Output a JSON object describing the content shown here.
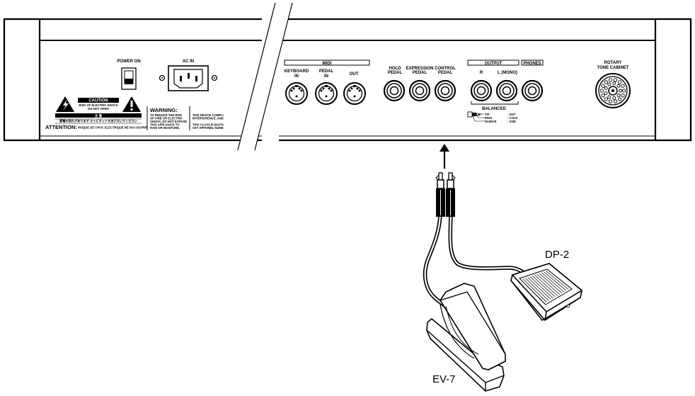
{
  "rear_panel": {
    "power_on": "POWER ON",
    "ac_in": "AC IN",
    "caution_title": "CAUTION",
    "caution_line1": "RISK OF ELECTRIC SHOCK",
    "caution_line2": "DO NOT OPEN",
    "caution_jp_title": "注 意",
    "caution_jp": "感電の恐れがあります キャビネットをあけないでください",
    "attention": "ATTENTION:",
    "attention_text": "RISQUE DE CHOC ELECTRIQUE NE PAS OUVRIR",
    "warning_title": "WARNING:",
    "warning_lines": [
      "TO REDUCE THE RISK",
      "OF FIRE OR ELECTRIC",
      "SHOCK, DO NOT EXPOSE",
      "THIS APPLIANCE TO",
      "RAIN OR MOISTURE."
    ],
    "fcc_lines_a": [
      "THIS DEVICE COMPLI",
      "INTERFERENCE, AND"
    ],
    "fcc_lines_b": [
      "THIS CLASS B DIGITA",
      "CET APPAREIL NUME"
    ],
    "midi": "MIDI",
    "keyboard_in": [
      "KEYBOARD",
      "IN"
    ],
    "pedal_in": [
      "PEDAL",
      "IN"
    ],
    "midi_out": "OUT",
    "hold_pedal": [
      "HOLD",
      "PEDAL"
    ],
    "expression_pedal": [
      "EXPRESSION",
      "PEDAL"
    ],
    "control_pedal": [
      "CONTROL",
      "PEDAL"
    ],
    "output": "OUTPUT",
    "output_r": "R",
    "output_l": "L (MONO)",
    "phones": "PHONES",
    "balanced": "BALANCED",
    "tip": "TIP",
    "ring": "RING",
    "sleeve": "SLEEVE",
    "hot": ": HOT",
    "cold": ": COLD",
    "gnd": ": GND",
    "rotary": [
      "ROTARY",
      "TONE CABINET"
    ]
  },
  "pedals": {
    "dp2_label": "DP-2",
    "ev7_label": "EV-7"
  }
}
